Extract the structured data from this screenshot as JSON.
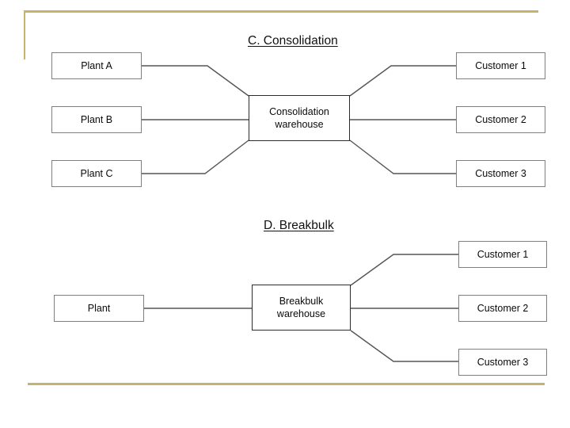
{
  "slide": {
    "background": "#ffffff",
    "accent_color": "#c9b36b",
    "box_border_color": "#7f7f7f",
    "line_color": "#555555"
  },
  "sections": [
    {
      "id": "consolidation",
      "title": "C. Consolidation",
      "sources": [
        {
          "label": "Plant A"
        },
        {
          "label": "Plant B"
        },
        {
          "label": "Plant C"
        }
      ],
      "hub": {
        "label": "Consolidation\nwarehouse",
        "line1": "Consolidation",
        "line2": "warehouse"
      },
      "destinations": [
        {
          "label": "Customer 1"
        },
        {
          "label": "Customer 2"
        },
        {
          "label": "Customer 3"
        }
      ]
    },
    {
      "id": "breakbulk",
      "title": "D. Breakbulk",
      "sources": [
        {
          "label": "Plant"
        }
      ],
      "hub": {
        "label": "Breakbulk\nwarehouse",
        "line1": "Breakbulk",
        "line2": "warehouse"
      },
      "destinations": [
        {
          "label": "Customer 1"
        },
        {
          "label": "Customer 2"
        },
        {
          "label": "Customer 3"
        }
      ]
    }
  ]
}
